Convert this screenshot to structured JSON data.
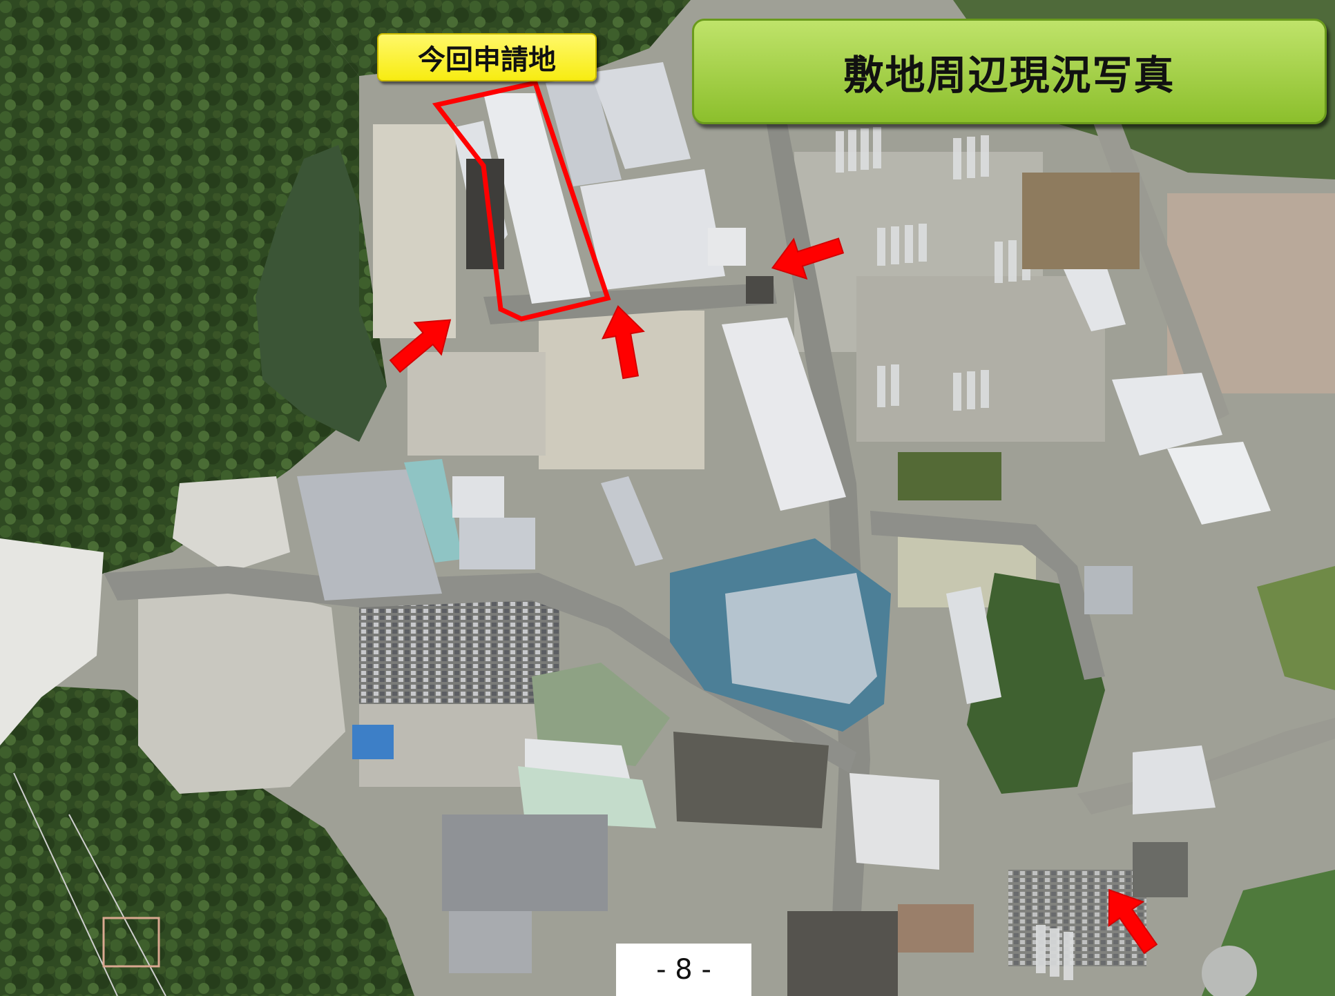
{
  "title": "敷地周辺現況写真",
  "site_label": "今回申請地",
  "page_number": "- 8 -",
  "colors": {
    "forest": "#2e4a22",
    "pond": "#3f5a3a",
    "road": "#8d8e88",
    "building_roof": "#d8dade",
    "blue_roof": "#4a7f96",
    "marker_red": "#ff0000",
    "title_green": "#9acb3a",
    "label_yellow": "#fff200"
  },
  "icons": [
    "arrow-icon",
    "arrow-icon",
    "arrow-icon",
    "arrow-icon"
  ]
}
